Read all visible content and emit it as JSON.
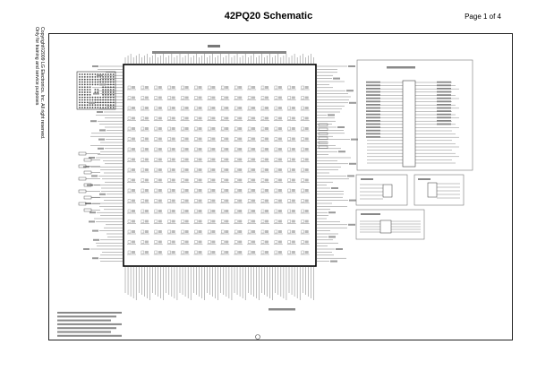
{
  "header": {
    "title": "42PQ20 Schematic",
    "page": "Page 1 of 4"
  },
  "sidebar": {
    "copyright": "Copyright©2009 LG Electronics. Inc. All right reserved.",
    "notice": "Only for training and service purposes"
  }
}
